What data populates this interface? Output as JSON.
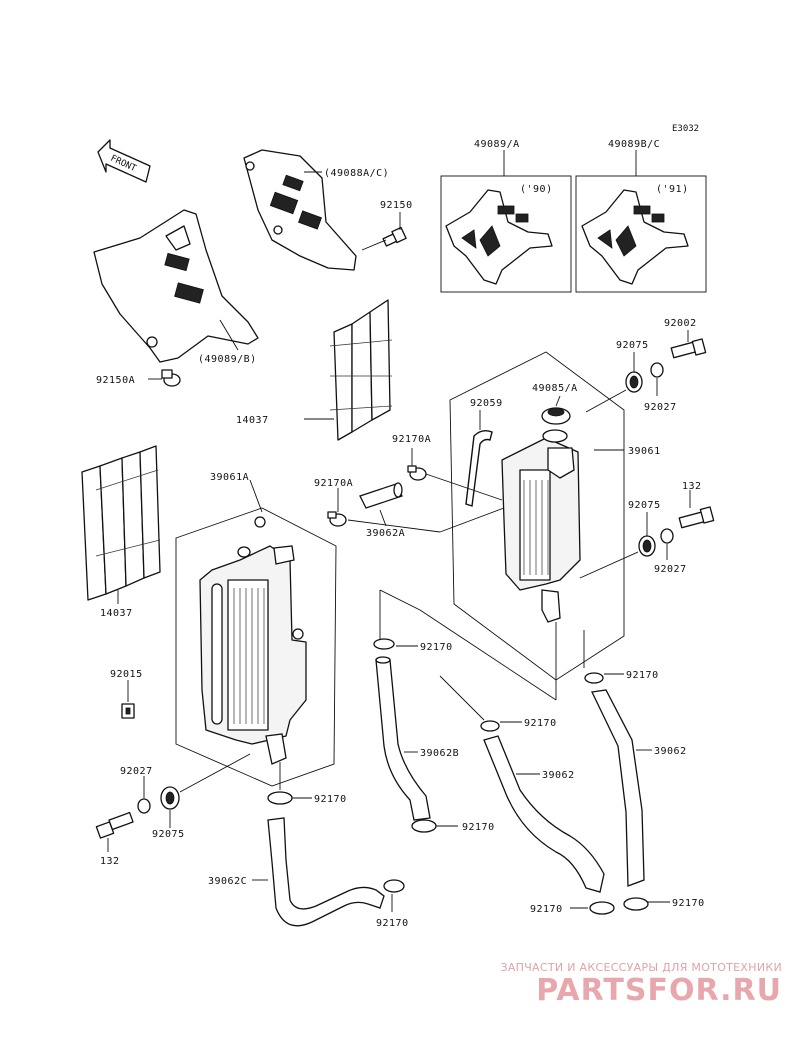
{
  "diagram": {
    "code": "E3032",
    "front_label": "FRONT",
    "labels": {
      "shroud_bc": "(49088A/C)",
      "shroud_b": "(49089/B)",
      "bolt_92150": "92150",
      "bolt_92150a": "92150A",
      "louver_top": "14037",
      "louver_left": "14037",
      "box1_part": "49089/A",
      "box1_year": "('90)",
      "box2_part": "49089B/C",
      "box2_year": "('91)",
      "p92002": "92002",
      "p92075_top": "92075",
      "p92027_top": "92027",
      "p49085a": "49085/A",
      "p92059": "92059",
      "p92170a_r": "92170A",
      "p39061": "39061",
      "p132_r": "132",
      "p92075_r": "92075",
      "p92027_r": "92027",
      "p39061a": "39061A",
      "p92170a_l": "92170A",
      "p39062a": "39062A",
      "p92015": "92015",
      "p92170_1": "92170",
      "p92170_2": "92170",
      "p92170_3": "92170",
      "p39062b": "39062B",
      "p39062_1": "39062",
      "p39062_2": "39062",
      "p92027_l": "92027",
      "p92075_l": "92075",
      "p132_l": "132",
      "p92170_4": "92170",
      "p92170_5": "92170",
      "p39062c": "39062C",
      "p92170_6": "92170",
      "p92170_7": "92170",
      "p92170_8": "92170"
    }
  },
  "footer": {
    "tagline": "ЗАПЧАСТИ И АКСЕССУАРЫ ДЛЯ МОТОТЕХНИКИ",
    "brand": "PARTSFOR.RU"
  }
}
